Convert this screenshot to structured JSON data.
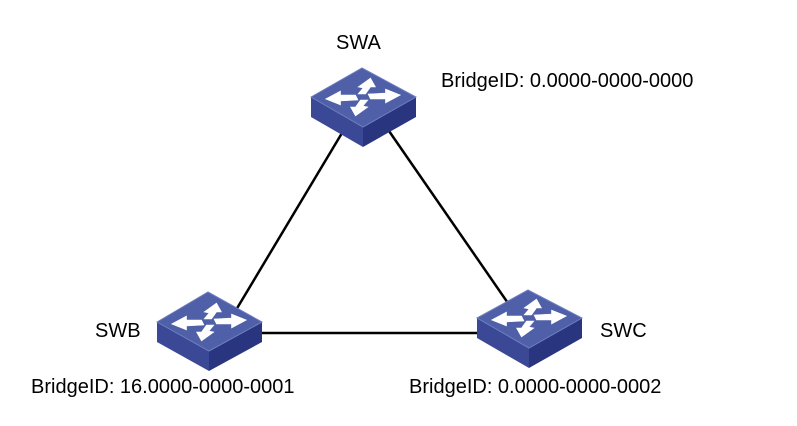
{
  "diagram": {
    "type": "network-topology",
    "description": "Spanning tree triangle topology of three switches",
    "colors": {
      "switch_top": "#4f5fa8",
      "switch_top_edge": "#6f7fc0",
      "switch_side_left": "#3b4896",
      "switch_side_right": "#2a357f",
      "arrow": "#ffffff",
      "link": "#000000",
      "text": "#000000"
    },
    "nodes": [
      {
        "id": "SWA",
        "name": "SWA",
        "icon": "switch-icon",
        "bridge_id_label": "BridgeID: 0.0000-0000-0000",
        "priority": "0",
        "mac": "0000-0000-0000"
      },
      {
        "id": "SWB",
        "name": "SWB",
        "icon": "switch-icon",
        "bridge_id_label": "BridgeID: 16.0000-0000-0001",
        "priority": "16",
        "mac": "0000-0000-0001"
      },
      {
        "id": "SWC",
        "name": "SWC",
        "icon": "switch-icon",
        "bridge_id_label": "BridgeID: 0.0000-0000-0002",
        "priority": "0",
        "mac": "0000-0000-0002"
      }
    ],
    "links": [
      {
        "from": "SWA",
        "to": "SWB"
      },
      {
        "from": "SWA",
        "to": "SWC"
      },
      {
        "from": "SWB",
        "to": "SWC"
      }
    ]
  }
}
